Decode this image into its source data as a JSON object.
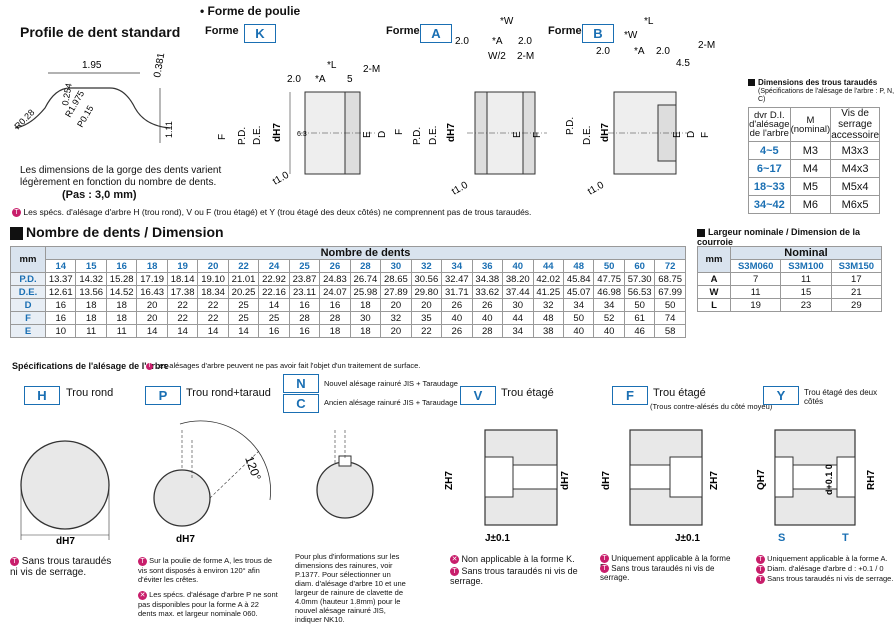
{
  "std_profile": {
    "title": "Profile de dent standard",
    "dims": [
      "1.95",
      "0.381",
      "0.254",
      "R1.975",
      "P0.15",
      "R0.28",
      "1.11"
    ],
    "note1": "Les dimensions de la gorge des dents varient",
    "note2": "légèrement en fonction du nombre de dents.",
    "pitch": "(Pas : 3,0 mm)"
  },
  "pulley_shape": {
    "title": "• Forme de poulie",
    "forme_label": "Forme",
    "shapes": [
      "K",
      "A",
      "B"
    ]
  },
  "tap_note": "Les spécs. d'alésage d'arbre H (trou rond), V ou F (trou étagé) et Y (trou étagé des deux côtés) ne comprennent pas de trous taraudés.",
  "tapped_holes": {
    "title": "Dimensions des trous taraudés",
    "subtitle": "(Spécifications de l'alésage de l'arbre : P, N, C)",
    "headers": [
      "dvr D.I. d'alésage de l'arbre",
      "M (nominal)",
      "Vis de serrage accessoire"
    ],
    "rows": [
      {
        "range": "4~5",
        "m": "M3",
        "screw": "M3x3"
      },
      {
        "range": "6~17",
        "m": "M4",
        "screw": "M4x3"
      },
      {
        "range": "18~33",
        "m": "M5",
        "screw": "M5x4"
      },
      {
        "range": "34~42",
        "m": "M6",
        "screw": "M6x5"
      }
    ]
  },
  "teeth_table": {
    "title": "Nombre de dents / Dimension",
    "unit": "mm",
    "group_header": "Nombre de dents",
    "teeth": [
      "14",
      "15",
      "16",
      "18",
      "19",
      "20",
      "22",
      "24",
      "25",
      "26",
      "28",
      "30",
      "32",
      "34",
      "36",
      "40",
      "44",
      "48",
      "50",
      "60",
      "72"
    ],
    "rows": [
      {
        "label": "P.D.",
        "values": [
          "13.37",
          "14.32",
          "15.28",
          "17.19",
          "18.14",
          "19.10",
          "21.01",
          "22.92",
          "23.87",
          "24.83",
          "26.74",
          "28.65",
          "30.56",
          "32.47",
          "34.38",
          "38.20",
          "42.02",
          "45.84",
          "47.75",
          "57.30",
          "68.75"
        ]
      },
      {
        "label": "D.E.",
        "values": [
          "12.61",
          "13.56",
          "14.52",
          "16.43",
          "17.38",
          "18.34",
          "20.25",
          "22.16",
          "23.11",
          "24.07",
          "25.98",
          "27.89",
          "29.80",
          "31.71",
          "33.62",
          "37.44",
          "41.25",
          "45.07",
          "46.98",
          "56.53",
          "67.99"
        ]
      },
      {
        "label": "D",
        "values": [
          "16",
          "18",
          "18",
          "20",
          "22",
          "22",
          "25",
          "14",
          "16",
          "16",
          "18",
          "20",
          "20",
          "26",
          "26",
          "30",
          "32",
          "34",
          "34",
          "50",
          "50"
        ]
      },
      {
        "label": "F",
        "values": [
          "16",
          "18",
          "18",
          "20",
          "22",
          "22",
          "25",
          "25",
          "28",
          "28",
          "30",
          "32",
          "35",
          "40",
          "40",
          "44",
          "48",
          "50",
          "52",
          "61",
          "74"
        ]
      },
      {
        "label": "E",
        "values": [
          "10",
          "11",
          "11",
          "14",
          "14",
          "14",
          "14",
          "16",
          "16",
          "18",
          "18",
          "20",
          "22",
          "26",
          "28",
          "34",
          "38",
          "40",
          "40",
          "46",
          "58"
        ]
      }
    ]
  },
  "width_table": {
    "title": "Largeur nominale / Dimension de la courroie",
    "unit": "mm",
    "group_header": "Nominal",
    "cols": [
      "S3M060",
      "S3M100",
      "S3M150"
    ],
    "rows": [
      {
        "label": "A",
        "values": [
          "7",
          "11",
          "17"
        ]
      },
      {
        "label": "W",
        "values": [
          "11",
          "15",
          "21"
        ]
      },
      {
        "label": "L",
        "values": [
          "19",
          "23",
          "29"
        ]
      }
    ]
  },
  "bore_specs": {
    "title": "Spécifications de l'alésage de l'arbre",
    "note": "Les alésages d'arbre peuvent ne pas avoir fait l'objet d'un traitement de surface.",
    "H": {
      "code": "H",
      "name": "Trou rond",
      "note": "Sans trous taraudés ni vis de serrage.",
      "dim": "dH7"
    },
    "P": {
      "code": "P",
      "name": "Trou rond+taraud",
      "angle": "120°",
      "note1": "Sur la poulie de forme A, les trous de vis sont disposés à environ 120° afin d'éviter les crêtes.",
      "note2": "Les spécs. d'alésage d'arbre P ne sont pas disponibles pour la forme A à 22 dents max. et largeur nominale 060.",
      "dim": "dH7"
    },
    "N": {
      "code": "N",
      "name": "Nouvel alésage rainuré JIS + Taraudage"
    },
    "C": {
      "code": "C",
      "name": "Ancien alésage rainuré JIS + Taraudage",
      "note": "Pour plus d'informations sur les dimensions des rainures, voir P.1377. Pour sélectionner un diam. d'alésage d'arbre 10 et une largeur de rainure de clavette de 4.0mm (hauteur 1.8mm) pour le nouvel alésage rainuré JIS, indiquer NK10."
    },
    "V": {
      "code": "V",
      "name": "Trou étagé",
      "note1": "Non applicable à la forme K.",
      "note2": "Sans trous taraudés ni vis de serrage.",
      "dims": [
        "ZH7",
        "dH7",
        "J±0.1"
      ]
    },
    "F": {
      "code": "F",
      "name": "Trou étagé",
      "sub": "(Trous contre-alésés du côté moyeu)",
      "note1": "Uniquement applicable à la forme B.",
      "note2": "Sans trous taraudés ni vis de serrage.",
      "dims": [
        "dH7",
        "ZH7",
        "J±0.1"
      ]
    },
    "Y": {
      "code": "Y",
      "name": "Trou étagé des deux côtés",
      "note1": "Uniquement applicable à la forme A.",
      "note2": "Diam. d'alésage d'arbre d : +0.1 / 0",
      "note3": "Sans trous taraudés ni vis de serrage.",
      "dims": [
        "QH7",
        "d+0.1 0",
        "RH7",
        "S",
        "T"
      ]
    }
  }
}
